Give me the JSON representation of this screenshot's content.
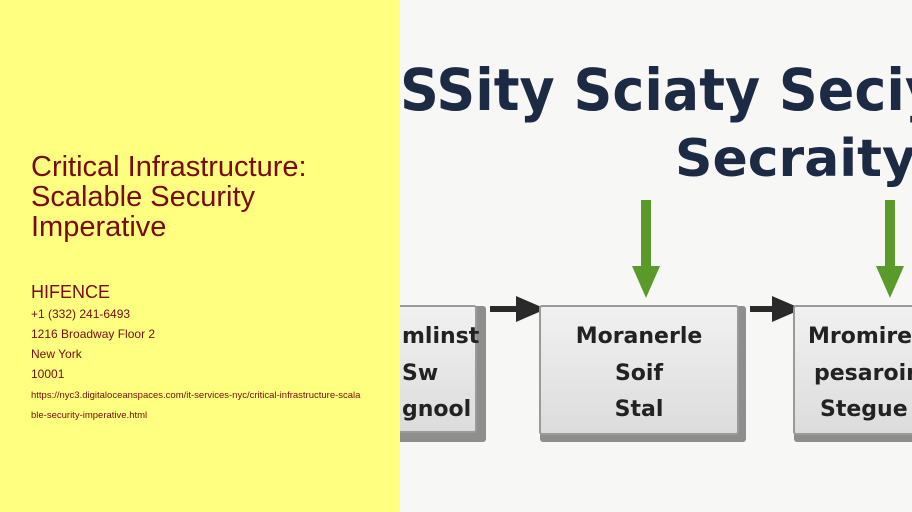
{
  "left": {
    "title": "Critical Infrastructure: Scalable Security Imperative",
    "company": "HIFENCE",
    "phone": "+1 (332) 241-6493",
    "address1": "1216 Broadway Floor 2",
    "city": "New York",
    "zip": "10001",
    "url": "https://nyc3.digitaloceanspaces.com/it-services-nyc/critical-infrastructure-scalable-security-imperative.html"
  },
  "diagram": {
    "heading_line1": "SSity Sciaty Seciy",
    "heading_line2": "Secraity",
    "boxes": [
      {
        "lines": [
          "mlinst",
          "Sw",
          "gnool"
        ]
      },
      {
        "lines": [
          "Moranerle",
          "Soif",
          "Stal"
        ]
      },
      {
        "lines": [
          "Mromire",
          "pesaroir",
          "Stegue"
        ]
      }
    ],
    "colors": {
      "arrow_green": "#5a9a2a",
      "heading": "#1c2a44"
    }
  }
}
